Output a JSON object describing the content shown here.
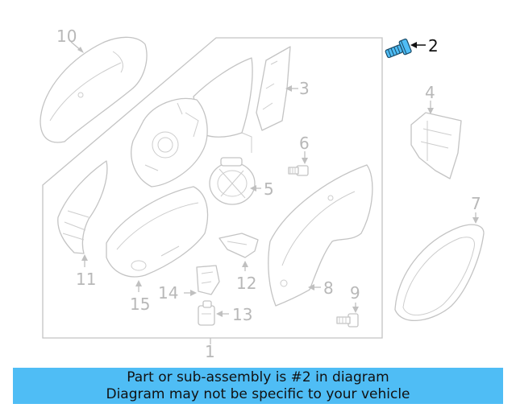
{
  "diagram": {
    "callouts": {
      "c1": "1",
      "c2": "2",
      "c3": "3",
      "c4": "4",
      "c5": "5",
      "c6": "6",
      "c7": "7",
      "c8": "8",
      "c9": "9",
      "c10": "10",
      "c11": "11",
      "c12": "12",
      "c13": "13",
      "c14": "14",
      "c15": "15"
    },
    "highlighted_part": "2",
    "colors": {
      "line_art": "#c4c4c4",
      "highlight_part": "#4fbdf5",
      "banner_background": "#4fbdf5"
    }
  },
  "banner": {
    "line1": "Part or sub-assembly is #2 in diagram",
    "line2": "Diagram may not be specific to your vehicle"
  }
}
